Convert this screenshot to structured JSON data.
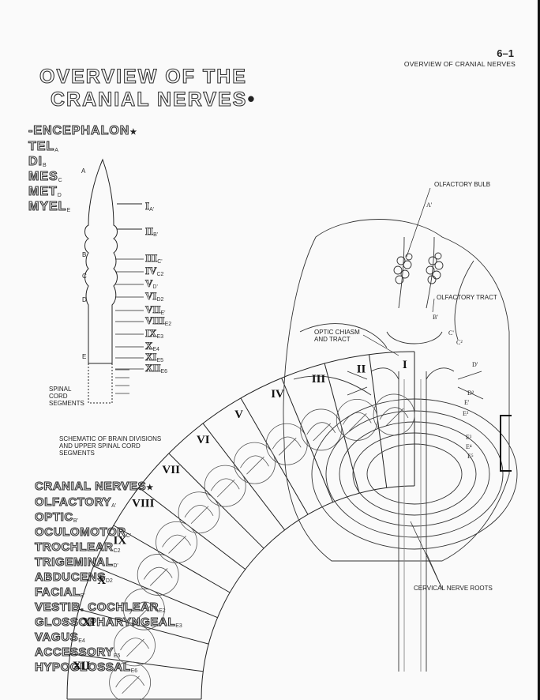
{
  "header": {
    "page_number": "6–1",
    "page_subtitle": "OVERVIEW OF CRANIAL NERVES"
  },
  "title": {
    "line1": "OVERVIEW OF THE",
    "line2": "CRANIAL NERVES",
    "mark": "•"
  },
  "encephalon": {
    "heading": "-ENCEPHALON",
    "mark": "★",
    "items": [
      {
        "label": "TEL",
        "sub": "A"
      },
      {
        "label": "DI",
        "sub": "B"
      },
      {
        "label": "MES",
        "sub": "C"
      },
      {
        "label": "MET",
        "sub": "D"
      },
      {
        "label": "MYEL",
        "sub": "E"
      }
    ]
  },
  "schematic": {
    "caption": [
      "SCHEMATIC OF BRAIN DIVISIONS",
      "AND UPPER SPINAL CORD",
      "SEGMENTS"
    ],
    "spinal_label": [
      "SPINAL",
      "CORD",
      "SEGMENTS"
    ],
    "left_letters": [
      "A",
      "B",
      "C",
      "D",
      "E"
    ],
    "nerves": [
      {
        "num": "I",
        "sub": "A'"
      },
      {
        "num": "II",
        "sub": "B'"
      },
      {
        "num": "III",
        "sub": "C'"
      },
      {
        "num": "IV",
        "sub": "C2"
      },
      {
        "num": "V",
        "sub": "D'"
      },
      {
        "num": "VI",
        "sub": "D2"
      },
      {
        "num": "VII",
        "sub": "E'"
      },
      {
        "num": "VIII",
        "sub": "E2"
      },
      {
        "num": "IX",
        "sub": "E3"
      },
      {
        "num": "X",
        "sub": "E4"
      },
      {
        "num": "XI",
        "sub": "E5"
      },
      {
        "num": "XII",
        "sub": "E6"
      }
    ]
  },
  "cranial_nerves": {
    "heading": "CRANIAL NERVES",
    "mark": "★",
    "items": [
      {
        "label": "OLFACTORY",
        "sub": "A'"
      },
      {
        "label": "OPTIC",
        "sub": "B'"
      },
      {
        "label": "OCULOMOTOR",
        "sub": "C'"
      },
      {
        "label": "TROCHLEAR",
        "sub": "C2"
      },
      {
        "label": "TRIGEMINAL",
        "sub": "D'"
      },
      {
        "label": "ABDUCENS",
        "sub": "D2"
      },
      {
        "label": "FACIAL",
        "sub": "E'"
      },
      {
        "label": "VESTIB. COCHLEAR",
        "sub": "E2"
      },
      {
        "label": "GLOSSOPHARYNGEAL",
        "sub": "E3"
      },
      {
        "label": "VAGUS",
        "sub": "E4"
      },
      {
        "label": "ACCESSORY",
        "sub": "E5"
      },
      {
        "label": "HYPOGLOSSAL",
        "sub": "E6"
      }
    ]
  },
  "fan_sections": [
    "I",
    "II",
    "III",
    "IV",
    "V",
    "VI",
    "VII",
    "VIII",
    "IX",
    "X",
    "XI",
    "XII"
  ],
  "brain_labels": {
    "olfactory_bulb": "OLFACTORY BULB",
    "olfactory_tract": "OLFACTORY TRACT",
    "optic_chiasm": [
      "OPTIC CHIASM",
      "AND TRACT"
    ],
    "cervical": "CERVICAL NERVE ROOTS"
  }
}
